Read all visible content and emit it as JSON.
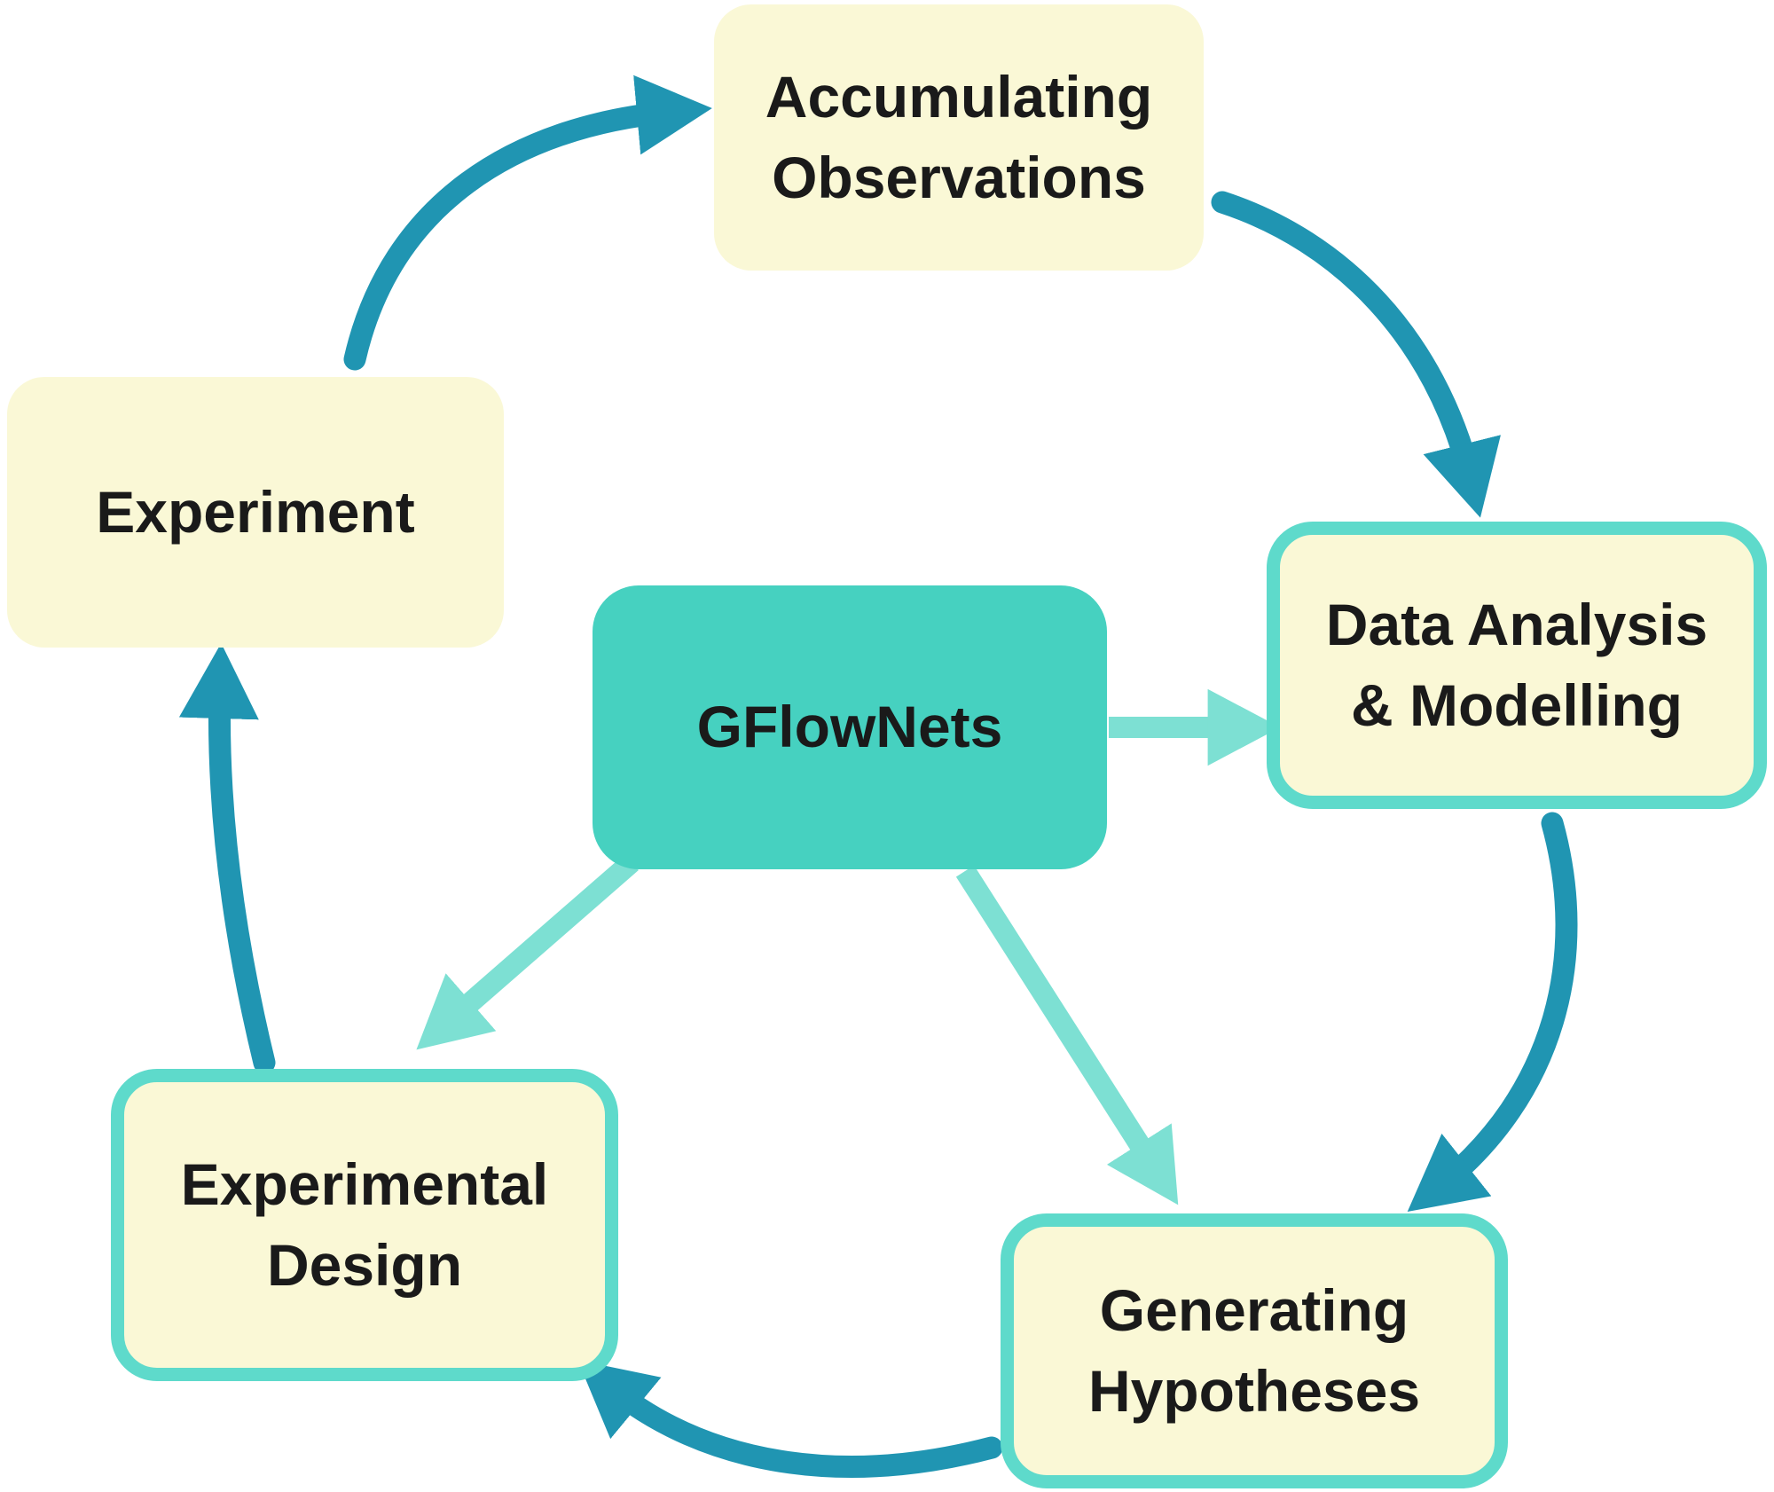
{
  "diagram": {
    "nodes": {
      "accumulating_observations": {
        "line1": "Accumulating",
        "line2": "Observations"
      },
      "experiment": {
        "label": "Experiment"
      },
      "data_analysis": {
        "line1": "Data Analysis",
        "line2": "& Modelling"
      },
      "gflownets": {
        "label": "GFlowNets"
      },
      "experimental_design": {
        "line1": "Experimental",
        "line2": "Design"
      },
      "generating_hypotheses": {
        "line1": "Generating",
        "line2": "Hypotheses"
      }
    },
    "arrows": {
      "cycle": [
        {
          "from": "experiment",
          "to": "accumulating_observations"
        },
        {
          "from": "accumulating_observations",
          "to": "data_analysis"
        },
        {
          "from": "data_analysis",
          "to": "generating_hypotheses"
        },
        {
          "from": "generating_hypotheses",
          "to": "experimental_design"
        },
        {
          "from": "experimental_design",
          "to": "experiment"
        }
      ],
      "from_center": [
        {
          "from": "gflownets",
          "to": "data_analysis"
        },
        {
          "from": "gflownets",
          "to": "experimental_design"
        },
        {
          "from": "gflownets",
          "to": "generating_hypotheses"
        }
      ]
    },
    "colors": {
      "background": "#ffffff",
      "node_fill": "#faf8d6",
      "node_border_teal": "#5edacb",
      "center_fill": "#46d1c0",
      "cycle_arrow": "#2095b2",
      "center_arrow": "#7de0d3",
      "text": "#1a1a1a"
    }
  }
}
